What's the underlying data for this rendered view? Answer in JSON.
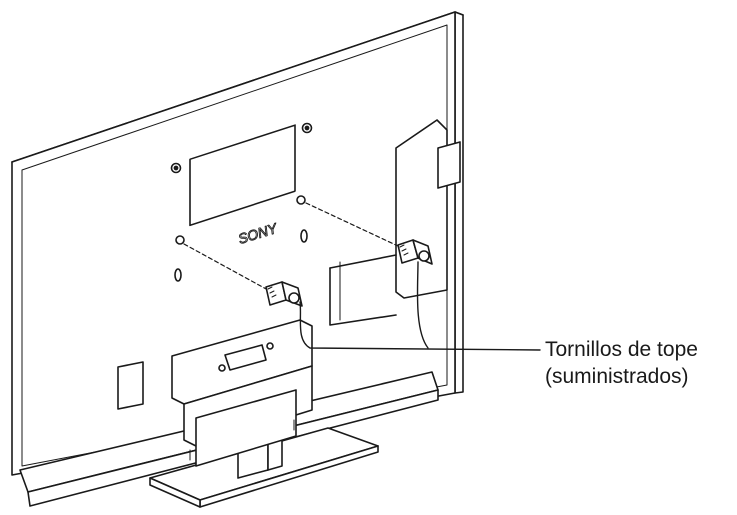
{
  "brand_logo_text": "SONY",
  "callout": {
    "line1": "Tornillos de tope",
    "line2": "(suministrados)"
  },
  "colors": {
    "stroke": "#1a1a1a",
    "fill": "#ffffff"
  }
}
